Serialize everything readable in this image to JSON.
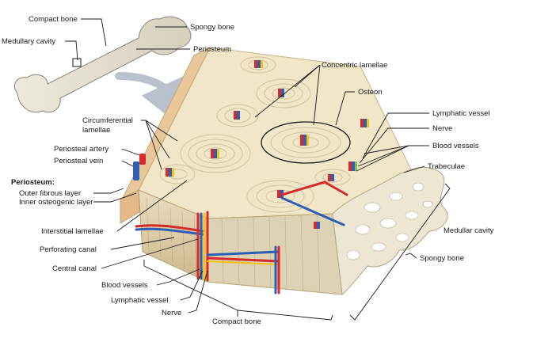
{
  "labels": {
    "compact_bone_top": "Compact bone",
    "spongy_bone_top": "Spongy bone",
    "medullary_cavity": "Medullary cavity",
    "periosteum": "Periosteum",
    "concentric_lamellae": "Concentric lamellae",
    "osteon": "Osteon",
    "lymphatic_vessel_right": "Lymphatic vessel",
    "nerve_right": "Nerve",
    "blood_vessels_right": "Blood vessels",
    "trabeculae": "Trabeculae",
    "circumferential_lamellae_1": "Circumferential",
    "circumferential_lamellae_2": "lamellae",
    "periosteal_artery": "Periosteal artery",
    "periosteal_vein": "Periosteal vein",
    "periosteum_heading": "Periosteum:",
    "outer_fibrous_layer": "Outer fibrous layer",
    "inner_osteogenic_layer": "Inner osteogenic layer",
    "interstitial_lamellae": "Interstitial lamellae",
    "perforating_canal": "Perforating canal",
    "central_canal": "Central canal",
    "blood_vessels_bottom": "Blood vessels",
    "lymphatic_vessel_bottom": "Lymphatic vessel",
    "nerve_bottom": "Nerve",
    "compact_bone_bottom": "Compact bone",
    "medullar_cavity": "Medullar cavity",
    "spongy_bone_bottom": "Spongy bone"
  },
  "colors": {
    "artery": "#d62b2b",
    "vein": "#2f5fb3",
    "nerve": "#f2c218",
    "lymph": "#7cc24a",
    "bone": "#f3e5c4",
    "bone_dark": "#dcc79a",
    "spongy": "#ece6d2"
  }
}
